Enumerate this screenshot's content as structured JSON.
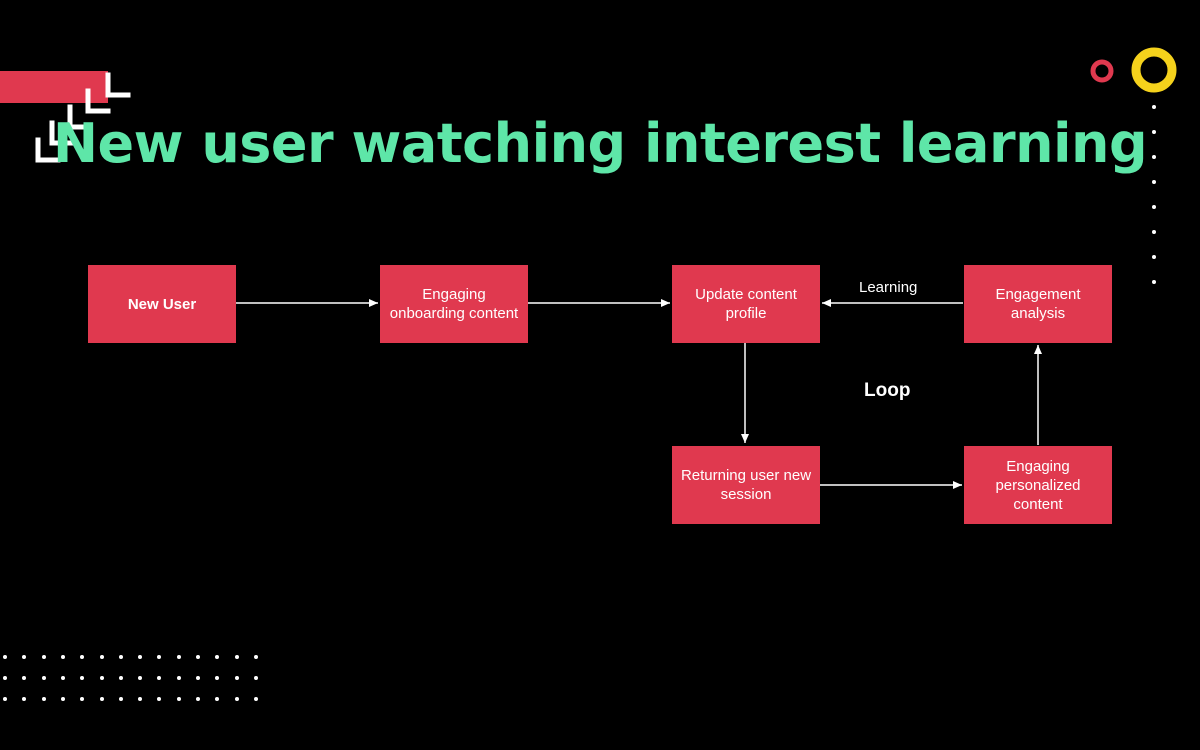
{
  "title": "New user watching interest learning",
  "colors": {
    "background": "#000000",
    "title": "#5ee6a8",
    "node_fill": "#e0394f",
    "accent_red": "#e0394f",
    "accent_yellow": "#f5d21c",
    "text": "#ffffff"
  },
  "nodes": [
    {
      "id": "new-user",
      "label": "New User"
    },
    {
      "id": "onboarding",
      "label": "Engaging onboarding content"
    },
    {
      "id": "update-profile",
      "label": "Update content profile"
    },
    {
      "id": "engagement-analysis",
      "label": "Engagement analysis"
    },
    {
      "id": "returning-user",
      "label": "Returning user new session"
    },
    {
      "id": "personalized",
      "label": "Engaging personalized content"
    }
  ],
  "edges": [
    {
      "from": "new-user",
      "to": "onboarding",
      "label": ""
    },
    {
      "from": "onboarding",
      "to": "update-profile",
      "label": ""
    },
    {
      "from": "engagement-analysis",
      "to": "update-profile",
      "label": "Learning"
    },
    {
      "from": "update-profile",
      "to": "returning-user",
      "label": ""
    },
    {
      "from": "returning-user",
      "to": "personalized",
      "label": ""
    },
    {
      "from": "personalized",
      "to": "engagement-analysis",
      "label": ""
    }
  ],
  "loop_label": "Loop",
  "decor": {
    "icons": [
      "chevron-stack-icon",
      "ring-icon",
      "dot-grid-icon"
    ]
  }
}
